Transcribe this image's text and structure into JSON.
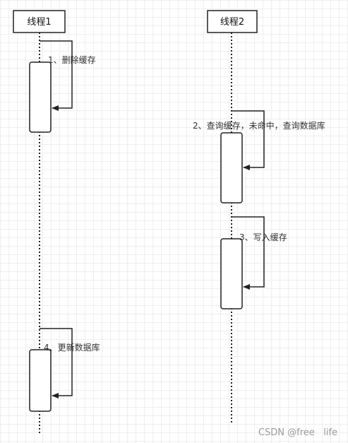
{
  "participants": [
    {
      "id": "thread1",
      "label": "线程1"
    },
    {
      "id": "thread2",
      "label": "线程2"
    }
  ],
  "messages": [
    {
      "id": "step1",
      "label": "1、删除缓存",
      "from": "thread1",
      "to": "thread1"
    },
    {
      "id": "step2",
      "label": "2、查询缓存，未命中，查询数据库",
      "from": "thread2",
      "to": "thread2"
    },
    {
      "id": "step3",
      "label": "3、写入缓存",
      "from": "thread2",
      "to": "thread2"
    },
    {
      "id": "step4",
      "label": "4、更新数据库",
      "from": "thread1",
      "to": "thread1"
    }
  ],
  "watermark": "CSDN @free   life"
}
